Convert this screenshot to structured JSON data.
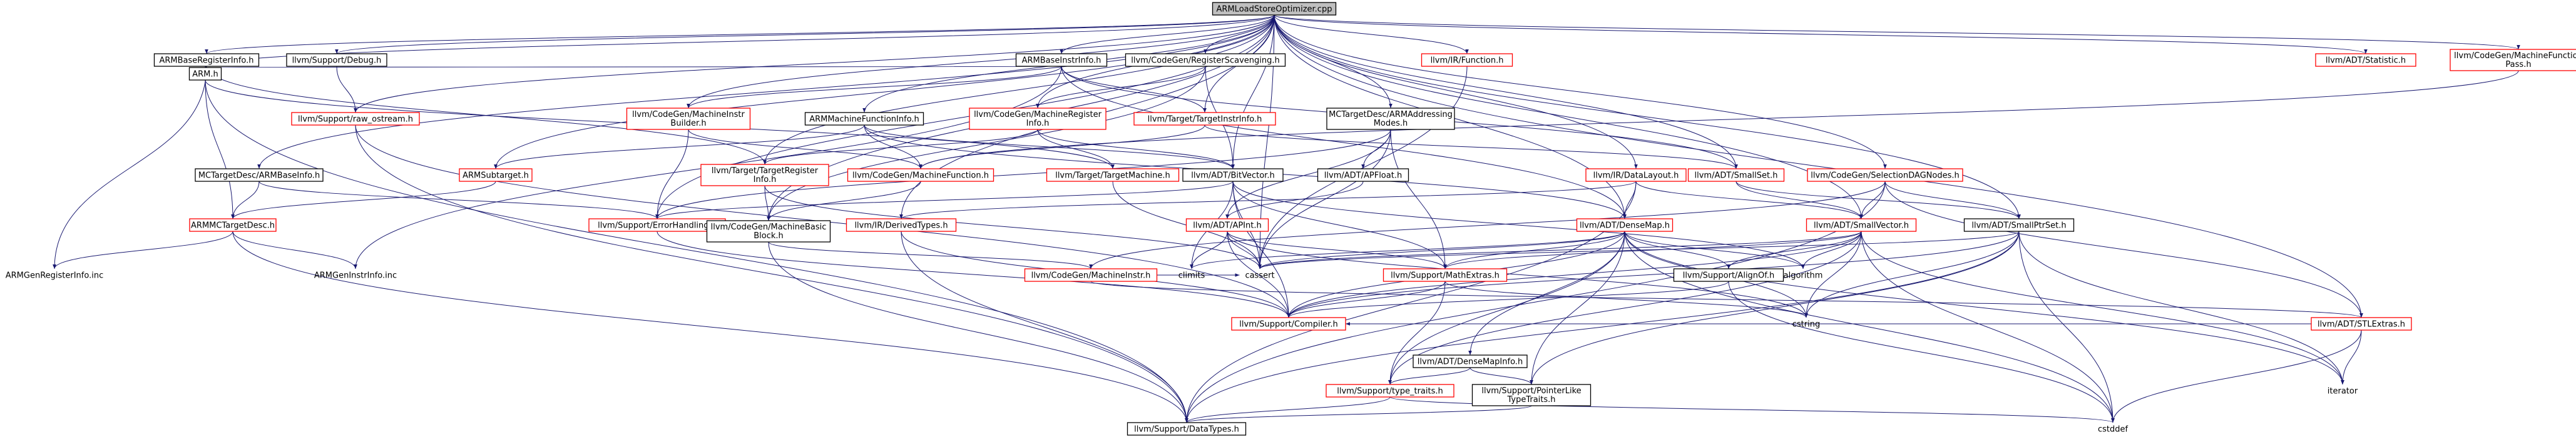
{
  "graph": {
    "root": "ARMLoadStoreOptimizer.cpp",
    "colors": {
      "edge": "#191970",
      "undocumented_border": "#ff0000",
      "documented_border": "#000000",
      "root_fill": "#bfbfbf"
    },
    "nodes": [
      {
        "id": "root",
        "label": [
          "ARMLoadStoreOptimizer.cpp"
        ],
        "style": "root"
      },
      {
        "id": "armbaseregisterinfo",
        "label": [
          "ARMBaseRegisterInfo.h"
        ],
        "style": "black"
      },
      {
        "id": "debug",
        "label": [
          "llvm/Support/Debug.h"
        ],
        "style": "black"
      },
      {
        "id": "armbaseinstrinfo",
        "label": [
          "ARMBaseInstrInfo.h"
        ],
        "style": "black"
      },
      {
        "id": "regscavenging",
        "label": [
          "llvm/CodeGen/RegisterScavenging.h"
        ],
        "style": "black"
      },
      {
        "id": "irfunction",
        "label": [
          "llvm/IR/Function.h"
        ],
        "style": "red"
      },
      {
        "id": "statistic",
        "label": [
          "llvm/ADT/Statistic.h"
        ],
        "style": "red"
      },
      {
        "id": "machinefunctionpass",
        "label": [
          "llvm/CodeGen/MachineFunction",
          "Pass.h"
        ],
        "style": "red"
      },
      {
        "id": "armh",
        "label": [
          "ARM.h"
        ],
        "style": "black"
      },
      {
        "id": "rawostream",
        "label": [
          "llvm/Support/raw_ostream.h"
        ],
        "style": "red"
      },
      {
        "id": "machineinstrbuilder",
        "label": [
          "llvm/CodeGen/MachineInstr",
          "Builder.h"
        ],
        "style": "red"
      },
      {
        "id": "armmachinefunctioninfo",
        "label": [
          "ARMMachineFunctionInfo.h"
        ],
        "style": "black"
      },
      {
        "id": "machineregisterinfo",
        "label": [
          "llvm/CodeGen/MachineRegister",
          "Info.h"
        ],
        "style": "red"
      },
      {
        "id": "targetinstrinfo",
        "label": [
          "llvm/Target/TargetInstrInfo.h"
        ],
        "style": "red"
      },
      {
        "id": "armaddressingmodes",
        "label": [
          "MCTargetDesc/ARMAddressing",
          "Modes.h"
        ],
        "style": "black"
      },
      {
        "id": "armbaseinfo",
        "label": [
          "MCTargetDesc/ARMBaseInfo.h"
        ],
        "style": "black"
      },
      {
        "id": "armsubtarget",
        "label": [
          "ARMSubtarget.h"
        ],
        "style": "red"
      },
      {
        "id": "targetregisterinfo",
        "label": [
          "llvm/Target/TargetRegister",
          "Info.h"
        ],
        "style": "red"
      },
      {
        "id": "machinefunction",
        "label": [
          "llvm/CodeGen/MachineFunction.h"
        ],
        "style": "red"
      },
      {
        "id": "targetmachine",
        "label": [
          "llvm/Target/TargetMachine.h"
        ],
        "style": "red"
      },
      {
        "id": "bitvector",
        "label": [
          "llvm/ADT/BitVector.h"
        ],
        "style": "black"
      },
      {
        "id": "apfloat",
        "label": [
          "llvm/ADT/APFloat.h"
        ],
        "style": "black"
      },
      {
        "id": "datalayout",
        "label": [
          "llvm/IR/DataLayout.h"
        ],
        "style": "red"
      },
      {
        "id": "smallseth",
        "label": [
          "llvm/ADT/SmallSet.h"
        ],
        "style": "red"
      },
      {
        "id": "selectiondagnodes",
        "label": [
          "llvm/CodeGen/SelectionDAGNodes.h"
        ],
        "style": "red"
      },
      {
        "id": "armmctargetdesc",
        "label": [
          "ARMMCTargetDesc.h"
        ],
        "style": "red"
      },
      {
        "id": "errorhandling",
        "label": [
          "llvm/Support/ErrorHandling.h"
        ],
        "style": "red"
      },
      {
        "id": "machinebasicblock",
        "label": [
          "llvm/CodeGen/MachineBasic",
          "Block.h"
        ],
        "style": "black"
      },
      {
        "id": "derivedtypes",
        "label": [
          "llvm/IR/DerivedTypes.h"
        ],
        "style": "red"
      },
      {
        "id": "apint",
        "label": [
          "llvm/ADT/APInt.h"
        ],
        "style": "red"
      },
      {
        "id": "densemap",
        "label": [
          "llvm/ADT/DenseMap.h"
        ],
        "style": "red"
      },
      {
        "id": "smallvector",
        "label": [
          "llvm/ADT/SmallVector.h"
        ],
        "style": "red"
      },
      {
        "id": "smallptrset",
        "label": [
          "llvm/ADT/SmallPtrSet.h"
        ],
        "style": "black"
      },
      {
        "id": "stlextras",
        "label": [
          "llvm/ADT/STLExtras.h"
        ],
        "style": "red"
      },
      {
        "id": "armgenregisterinfo",
        "label": [
          "ARMGenRegisterInfo.inc"
        ],
        "style": "plain"
      },
      {
        "id": "armgeninstrinfo",
        "label": [
          "ARMGenInstrInfo.inc"
        ],
        "style": "plain"
      },
      {
        "id": "machineinstr",
        "label": [
          "llvm/CodeGen/MachineInstr.h"
        ],
        "style": "red"
      },
      {
        "id": "climits",
        "label": [
          "climits"
        ],
        "style": "plain"
      },
      {
        "id": "cassert",
        "label": [
          "cassert"
        ],
        "style": "plain"
      },
      {
        "id": "mathextras",
        "label": [
          "llvm/Support/MathExtras.h"
        ],
        "style": "red"
      },
      {
        "id": "algorithm",
        "label": [
          "algorithm"
        ],
        "style": "plain"
      },
      {
        "id": "alignof",
        "label": [
          "llvm/Support/AlignOf.h"
        ],
        "style": "black"
      },
      {
        "id": "compiler",
        "label": [
          "llvm/Support/Compiler.h"
        ],
        "style": "red"
      },
      {
        "id": "cstring",
        "label": [
          "cstring"
        ],
        "style": "plain"
      },
      {
        "id": "densemapinfo",
        "label": [
          "llvm/ADT/DenseMapInfo.h"
        ],
        "style": "black"
      },
      {
        "id": "typetraits",
        "label": [
          "llvm/Support/type_traits.h"
        ],
        "style": "red"
      },
      {
        "id": "pointerliketypetraits",
        "label": [
          "llvm/Support/PointerLike",
          "TypeTraits.h"
        ],
        "style": "black"
      },
      {
        "id": "iterator",
        "label": [
          "iterator"
        ],
        "style": "plain"
      },
      {
        "id": "datatypes",
        "label": [
          "llvm/Support/DataTypes.h"
        ],
        "style": "black"
      },
      {
        "id": "cstddef",
        "label": [
          "cstddef"
        ],
        "style": "plain"
      }
    ],
    "edges": [
      [
        "root",
        "armbaseregisterinfo"
      ],
      [
        "root",
        "debug"
      ],
      [
        "root",
        "armbaseinstrinfo"
      ],
      [
        "root",
        "regscavenging"
      ],
      [
        "root",
        "irfunction"
      ],
      [
        "root",
        "statistic"
      ],
      [
        "root",
        "machinefunctionpass"
      ],
      [
        "root",
        "armh"
      ],
      [
        "root",
        "rawostream"
      ],
      [
        "root",
        "machineinstrbuilder"
      ],
      [
        "root",
        "armmachinefunctioninfo"
      ],
      [
        "root",
        "machineregisterinfo"
      ],
      [
        "root",
        "targetinstrinfo"
      ],
      [
        "root",
        "armaddressingmodes"
      ],
      [
        "root",
        "armbaseinfo"
      ],
      [
        "root",
        "armsubtarget"
      ],
      [
        "root",
        "targetregisterinfo"
      ],
      [
        "root",
        "bitvector"
      ],
      [
        "root",
        "datalayout"
      ],
      [
        "root",
        "smallseth"
      ],
      [
        "root",
        "selectiondagnodes"
      ],
      [
        "root",
        "smallptrset"
      ],
      [
        "root",
        "stlextras"
      ],
      [
        "root",
        "errorhandling"
      ],
      [
        "root",
        "machinebasicblock"
      ],
      [
        "root",
        "derivedtypes"
      ],
      [
        "root",
        "densemap"
      ],
      [
        "root",
        "smallvector"
      ],
      [
        "root",
        "cassert"
      ],
      [
        "armbaseregisterinfo",
        "armh"
      ],
      [
        "armbaseregisterinfo",
        "targetregisterinfo"
      ],
      [
        "armbaseregisterinfo",
        "armgenregisterinfo"
      ],
      [
        "debug",
        "rawostream"
      ],
      [
        "armbaseinstrinfo",
        "armh"
      ],
      [
        "armbaseinstrinfo",
        "targetinstrinfo"
      ],
      [
        "armbaseinstrinfo",
        "machineinstrbuilder"
      ],
      [
        "armbaseinstrinfo",
        "armgeninstrinfo"
      ],
      [
        "armbaseinstrinfo",
        "densemap"
      ],
      [
        "armbaseinstrinfo",
        "smallseth"
      ],
      [
        "regscavenging",
        "machinebasicblock"
      ],
      [
        "regscavenging",
        "machineregisterinfo"
      ],
      [
        "regscavenging",
        "bitvector"
      ],
      [
        "irfunction",
        "cassert"
      ],
      [
        "machinefunctionpass",
        "machinefunction"
      ],
      [
        "armh",
        "armmctargetdesc"
      ],
      [
        "armh",
        "targetmachine"
      ],
      [
        "armh",
        "datatypes"
      ],
      [
        "rawostream",
        "datatypes"
      ],
      [
        "rawostream",
        "compiler"
      ],
      [
        "machineinstrbuilder",
        "errorhandling"
      ],
      [
        "machineinstrbuilder",
        "machinefunction"
      ],
      [
        "armmachinefunctioninfo",
        "armsubtarget"
      ],
      [
        "armmachinefunctioninfo",
        "machinefunction"
      ],
      [
        "armmachinefunctioninfo",
        "bitvector"
      ],
      [
        "armmachinefunctioninfo",
        "densemap"
      ],
      [
        "machineregisterinfo",
        "targetregisterinfo"
      ],
      [
        "machineregisterinfo",
        "targetmachine"
      ],
      [
        "machineregisterinfo",
        "bitvector"
      ],
      [
        "targetinstrinfo",
        "smallseth"
      ],
      [
        "targetinstrinfo",
        "machinefunction"
      ],
      [
        "armaddressingmodes",
        "apfloat"
      ],
      [
        "armaddressingmodes",
        "apint"
      ],
      [
        "armaddressingmodes",
        "mathextras"
      ],
      [
        "armaddressingmodes",
        "cassert"
      ],
      [
        "armaddressingmodes",
        "errorhandling"
      ],
      [
        "armbaseinfo",
        "armmctargetdesc"
      ],
      [
        "armbaseinfo",
        "errorhandling"
      ],
      [
        "armsubtarget",
        "armmctargetdesc"
      ],
      [
        "targetregisterinfo",
        "machinebasicblock"
      ],
      [
        "targetregisterinfo",
        "cassert"
      ],
      [
        "machinefunction",
        "machinebasicblock"
      ],
      [
        "targetmachine",
        "cassert"
      ],
      [
        "bitvector",
        "climits"
      ],
      [
        "bitvector",
        "cassert"
      ],
      [
        "bitvector",
        "mathextras"
      ],
      [
        "bitvector",
        "algorithm"
      ],
      [
        "bitvector",
        "compiler"
      ],
      [
        "bitvector",
        "errorhandling"
      ],
      [
        "apfloat",
        "apint"
      ],
      [
        "datalayout",
        "densemap"
      ],
      [
        "datalayout",
        "smallvector"
      ],
      [
        "datalayout",
        "derivedtypes"
      ],
      [
        "datalayout",
        "datatypes"
      ],
      [
        "smallseth",
        "smallptrset"
      ],
      [
        "smallseth",
        "smallvector"
      ],
      [
        "selectiondagnodes",
        "smallptrset"
      ],
      [
        "selectiondagnodes",
        "smallvector"
      ],
      [
        "selectiondagnodes",
        "stlextras"
      ],
      [
        "selectiondagnodes",
        "machineinstr"
      ],
      [
        "selectiondagnodes",
        "datatypes"
      ],
      [
        "armmctargetdesc",
        "datatypes"
      ],
      [
        "armmctargetdesc",
        "armgenregisterinfo"
      ],
      [
        "armmctargetdesc",
        "armgeninstrinfo"
      ],
      [
        "errorhandling",
        "compiler"
      ],
      [
        "machinebasicblock",
        "machineinstr"
      ],
      [
        "machinebasicblock",
        "datatypes"
      ],
      [
        "derivedtypes",
        "compiler"
      ],
      [
        "derivedtypes",
        "datatypes"
      ],
      [
        "apint",
        "compiler"
      ],
      [
        "apint",
        "mathextras"
      ],
      [
        "apint",
        "climits"
      ],
      [
        "apint",
        "cassert"
      ],
      [
        "apint",
        "cstring"
      ],
      [
        "densemap",
        "densemapinfo"
      ],
      [
        "densemap",
        "alignof"
      ],
      [
        "densemap",
        "compiler"
      ],
      [
        "densemap",
        "mathextras"
      ],
      [
        "densemap",
        "typetraits"
      ],
      [
        "densemap",
        "algorithm"
      ],
      [
        "densemap",
        "cassert"
      ],
      [
        "densemap",
        "climits"
      ],
      [
        "densemap",
        "cstring"
      ],
      [
        "densemap",
        "cstddef"
      ],
      [
        "densemap",
        "iterator"
      ],
      [
        "densemap",
        "pointerliketypetraits"
      ],
      [
        "smallvector",
        "alignof"
      ],
      [
        "smallvector",
        "compiler"
      ],
      [
        "smallvector",
        "mathextras"
      ],
      [
        "smallvector",
        "typetraits"
      ],
      [
        "smallvector",
        "algorithm"
      ],
      [
        "smallvector",
        "cassert"
      ],
      [
        "smallvector",
        "cstddef"
      ],
      [
        "smallvector",
        "cstring"
      ],
      [
        "smallvector",
        "iterator"
      ],
      [
        "smallptrset",
        "compiler"
      ],
      [
        "smallptrset",
        "datatypes"
      ],
      [
        "smallptrset",
        "pointerliketypetraits"
      ],
      [
        "smallptrset",
        "cassert"
      ],
      [
        "smallptrset",
        "cstring"
      ],
      [
        "smallptrset",
        "cstddef"
      ],
      [
        "smallptrset",
        "iterator"
      ],
      [
        "stlextras",
        "compiler"
      ],
      [
        "stlextras",
        "iterator"
      ],
      [
        "stlextras",
        "cstddef"
      ],
      [
        "machineinstr",
        "stlextras"
      ],
      [
        "machineinstr",
        "cassert"
      ],
      [
        "mathextras",
        "compiler"
      ],
      [
        "mathextras",
        "typetraits"
      ],
      [
        "mathextras",
        "cstring"
      ],
      [
        "alignof",
        "compiler"
      ],
      [
        "alignof",
        "cstddef"
      ],
      [
        "densemapinfo",
        "typetraits"
      ],
      [
        "densemapinfo",
        "pointerliketypetraits"
      ],
      [
        "typetraits",
        "datatypes"
      ],
      [
        "typetraits",
        "cstddef"
      ],
      [
        "pointerliketypetraits",
        "datatypes"
      ]
    ]
  }
}
